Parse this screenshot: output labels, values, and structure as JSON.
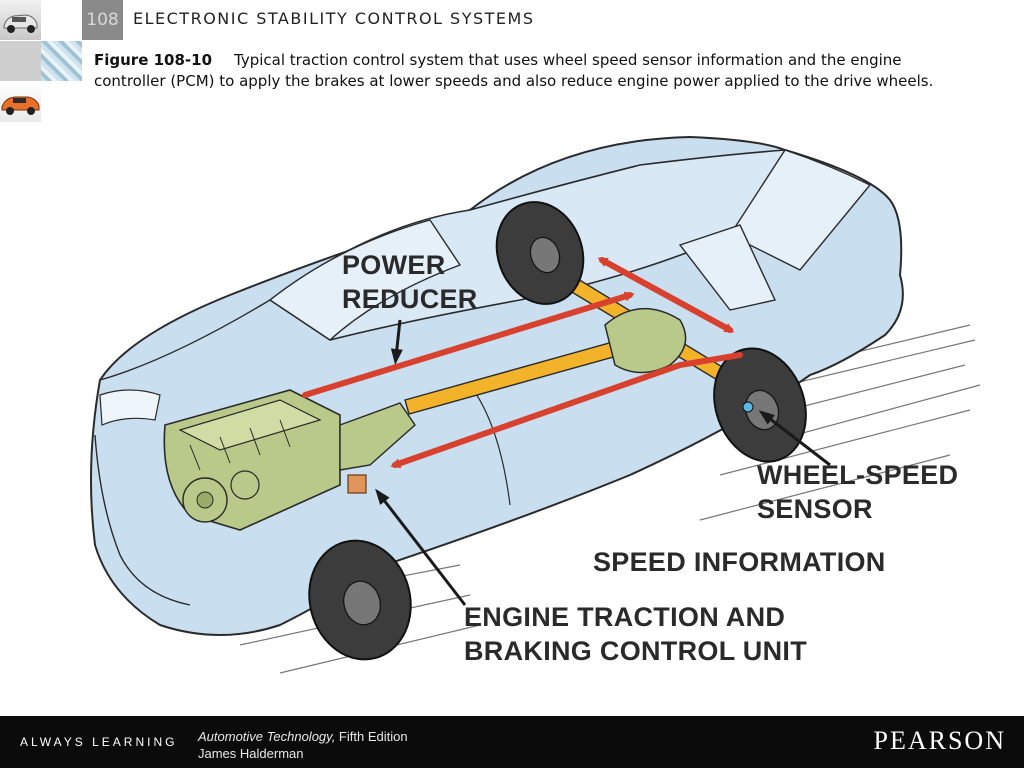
{
  "header": {
    "chapter_number": "108",
    "chapter_title": "ELECTRONIC STABILITY CONTROL SYSTEMS"
  },
  "caption": {
    "label": "Figure 108-10",
    "text": "Typical traction control system that uses wheel speed sensor information and the engine controller (PCM) to apply the brakes at lower speeds and also reduce engine power applied to the drive wheels."
  },
  "diagram": {
    "labels": {
      "power_reducer_line1": "POWER",
      "power_reducer_line2": "REDUCER",
      "wheel_speed_line1": "WHEEL-SPEED",
      "wheel_speed_line2": "SENSOR",
      "speed_information": "SPEED INFORMATION",
      "control_unit_line1": "ENGINE TRACTION AND",
      "control_unit_line2": "BRAKING CONTROL UNIT"
    },
    "colors": {
      "car_body": "#c9dff0",
      "engine": "#b9c98a",
      "driveshaft": "#f2b32a",
      "arrow": "#d8412e",
      "tire": "#3c3c3c",
      "control_unit": "#e0955a"
    }
  },
  "footer": {
    "tagline": "ALWAYS LEARNING",
    "book_title": "Automotive Technology,",
    "edition": " Fifth Edition",
    "author": "James Halderman",
    "publisher": "PEARSON"
  }
}
